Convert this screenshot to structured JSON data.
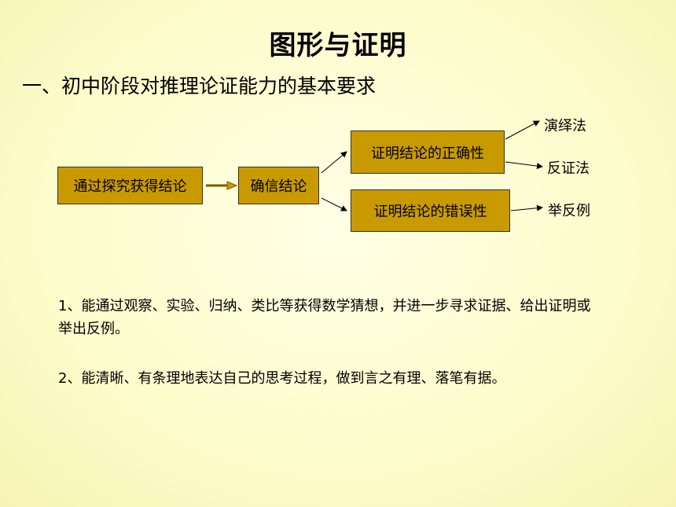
{
  "title": "图形与证明",
  "subtitle": "一、初中阶段对推理论证能力的基本要求",
  "diagram": {
    "box_explore": "通过探究获得结论",
    "box_confirm": "确信结论",
    "box_correct": "证明结论的正确性",
    "box_error": "证明结论的错误性",
    "method_1": "演绎法",
    "method_2": "反证法",
    "method_3": "举反例"
  },
  "paragraphs": {
    "p1": "1、能通过观察、实验、归纳、类比等获得数学猜想，并进一步寻求证据、给出证明或举出反例。",
    "p2": "2、能清晰、有条理地表达自己的思考过程，做到言之有理、落笔有据。"
  },
  "colors": {
    "background": "#fdfccb",
    "box_fill": "#c99a00"
  }
}
